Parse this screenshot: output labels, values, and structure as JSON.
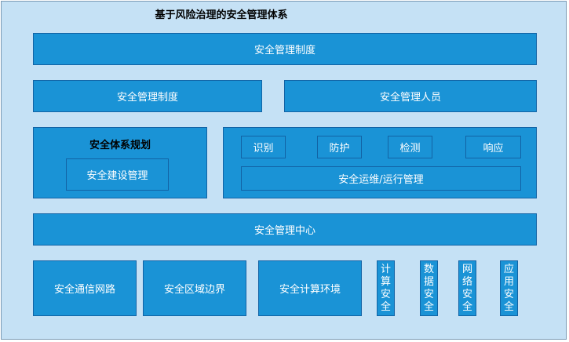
{
  "title": "基于风险治理的安全管理体系",
  "row1": {
    "label": "安全管理制度"
  },
  "row2": {
    "left": "安全管理制度",
    "right": "安全管理人员"
  },
  "planning": {
    "label": "安全体系规划",
    "inner": "安全建设管理"
  },
  "ops": {
    "items": [
      "识别",
      "防护",
      "检测",
      "响应"
    ],
    "bar": "安全运维/运行管理"
  },
  "center": {
    "label": "安全管理中心"
  },
  "bottom": {
    "wide": [
      "安全通信网路",
      "安全区域边界",
      "安全计算环境"
    ],
    "narrow": [
      "计\n算\n安\n全",
      "数\n据\n安\n全",
      "网\n络\n安\n全",
      "应\n用\n安\n全"
    ]
  },
  "colors": {
    "panel": "#c5e1f5",
    "block": "#1a93d6",
    "block_border": "#1263a5"
  }
}
